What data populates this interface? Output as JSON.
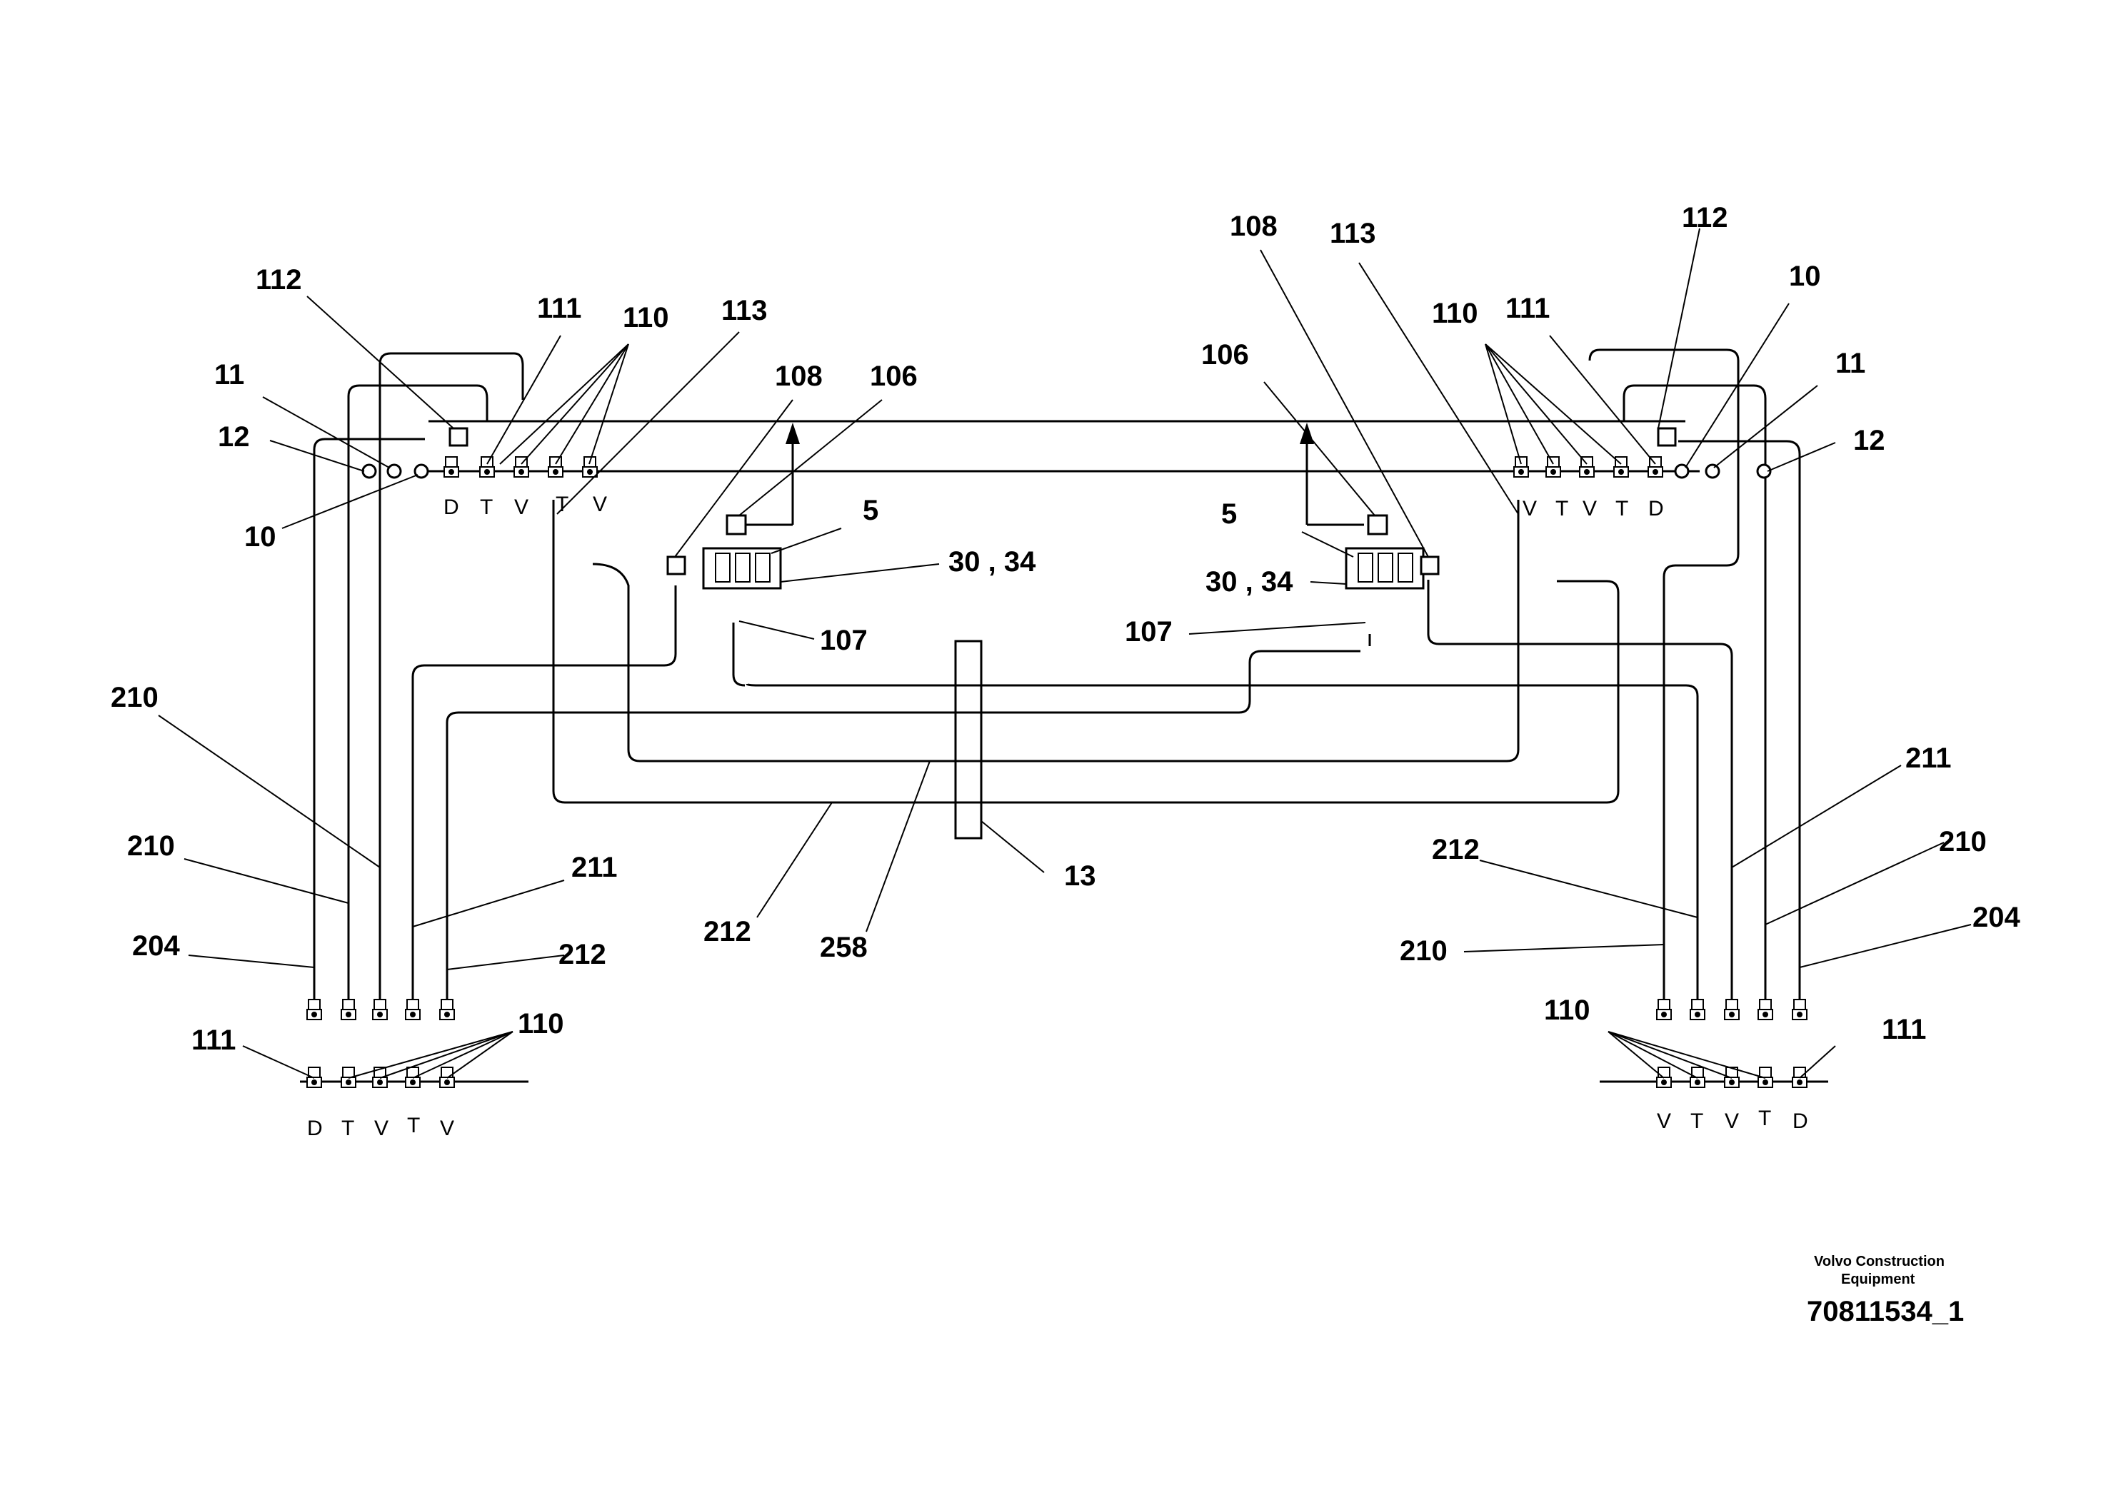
{
  "drawing": {
    "brand": "Volvo Construction Equipment",
    "brand_line1": "Volvo Construction",
    "brand_line2": "Equipment",
    "number": "70811534_1"
  },
  "callouts": {
    "l112": "112",
    "l111": "111",
    "l110": "110",
    "l113": "113",
    "l11": "11",
    "l12": "12",
    "l10": "10",
    "l108": "108",
    "l106": "106",
    "l5": "5",
    "l30_34": "30 , 34",
    "l107": "107",
    "l210a": "210",
    "l210b": "210",
    "l211": "211",
    "l204": "204",
    "l212": "212",
    "lb111": "111",
    "lb110": "110",
    "c212": "212",
    "c258": "258",
    "c13": "13",
    "r108": "108",
    "r113": "113",
    "r112": "112",
    "r10": "10",
    "r110": "110",
    "r111": "111",
    "r11": "11",
    "r12": "12",
    "r106": "106",
    "r5": "5",
    "r30_34": "30 , 34",
    "r107": "107",
    "r211": "211",
    "r210a": "210",
    "r212": "212",
    "r210b": "210",
    "r204": "204",
    "rb110": "110",
    "rb111": "111"
  },
  "ports": {
    "top_left": [
      "D",
      "T",
      "V",
      "T",
      "V"
    ],
    "top_right": [
      "V",
      "T",
      "V",
      "T",
      "D"
    ],
    "bottom_left": [
      "D",
      "T",
      "V",
      "T",
      "V"
    ],
    "bottom_right": [
      "V",
      "T",
      "V",
      "T",
      "D"
    ]
  }
}
